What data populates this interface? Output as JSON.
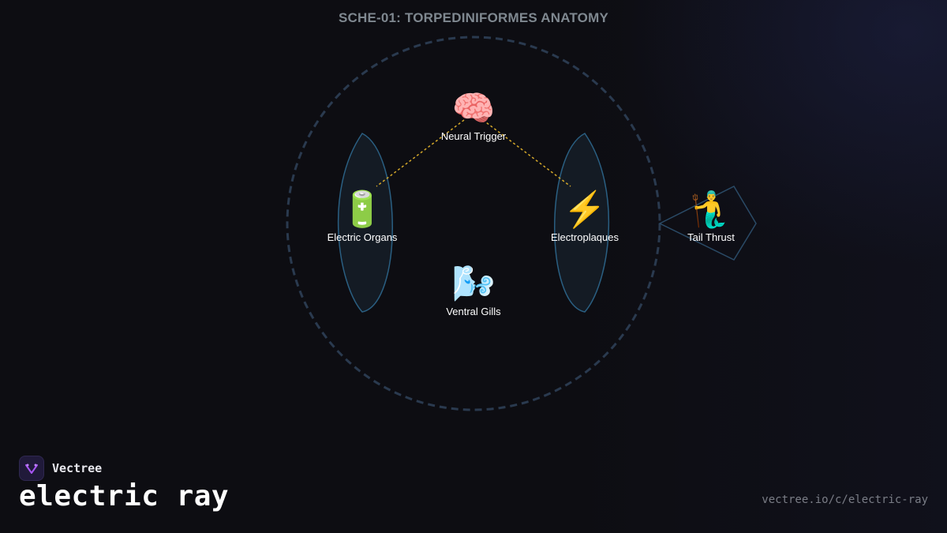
{
  "title": "SCHE-01: TORPEDINIFORMES ANATOMY",
  "nodes": {
    "neural_trigger": {
      "icon": "🧠",
      "icon_name": "brain-icon",
      "label": "Neural Trigger"
    },
    "electric_organs": {
      "icon": "🔋",
      "icon_name": "battery-icon",
      "label": "Electric Organs"
    },
    "electroplaques": {
      "icon": "⚡",
      "icon_name": "lightning-icon",
      "label": "Electroplaques"
    },
    "ventral_gills": {
      "icon": "🌬️",
      "icon_name": "wind-face-icon",
      "label": "Ventral Gills"
    },
    "tail_thrust": {
      "icon": "🧜‍♂️",
      "icon_name": "merman-icon",
      "label": "Tail Thrust"
    }
  },
  "connections": [
    {
      "from": "neural_trigger",
      "to": "electric_organs",
      "style": "dotted",
      "color": "#d4a82a"
    },
    {
      "from": "neural_trigger",
      "to": "electroplaques",
      "style": "dotted",
      "color": "#d4a82a"
    }
  ],
  "brand": {
    "name": "Vectree",
    "accent": "#a855f7"
  },
  "page_heading": "electric ray",
  "url": "vectree.io/c/electric-ray",
  "colors": {
    "background": "#0d0d12",
    "body_outline": "#2a3a4f",
    "fin_stroke": "#2a5f82",
    "fin_fill": "#141b24"
  }
}
